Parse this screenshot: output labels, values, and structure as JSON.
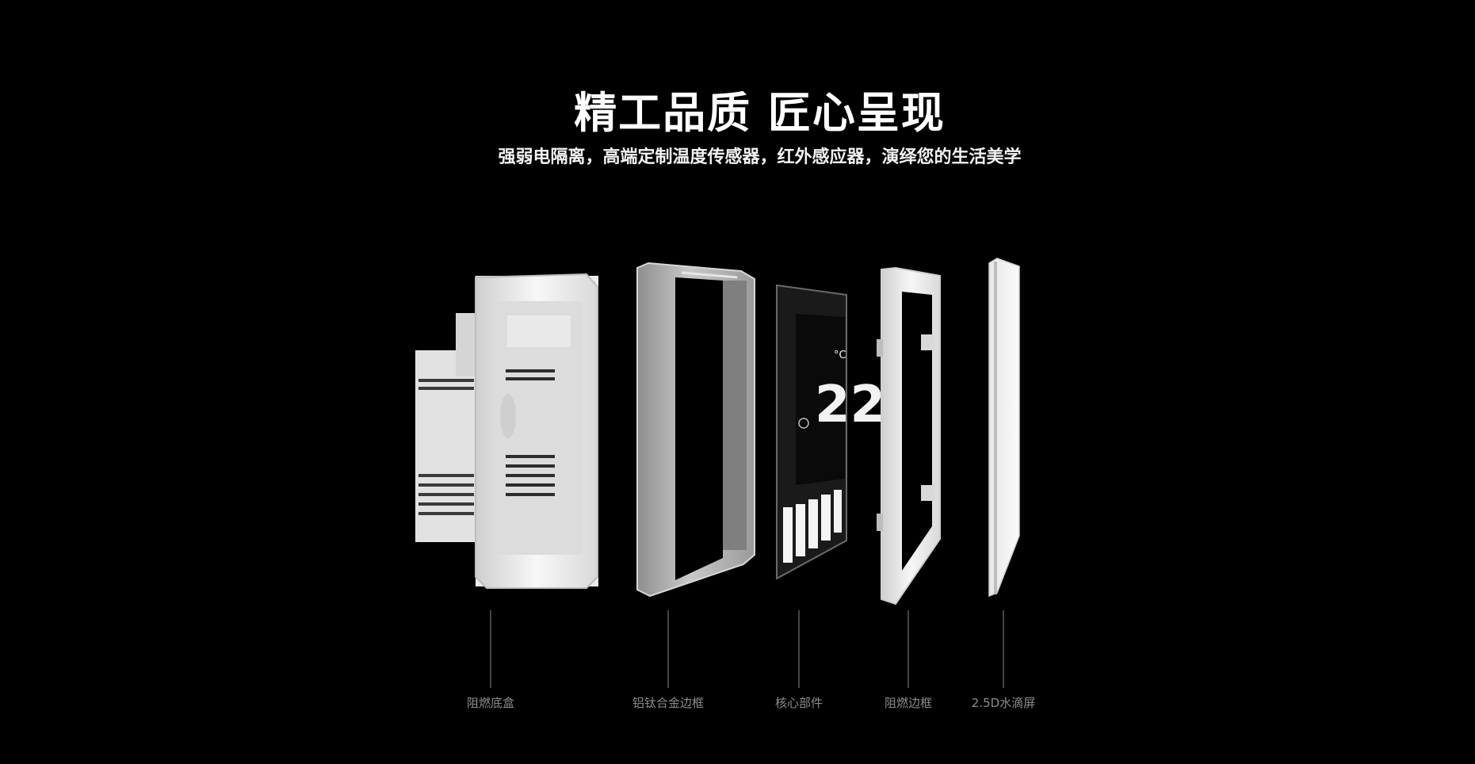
{
  "header": {
    "title": "精工品质 匠心呈现",
    "subtitle": "强弱电隔离，高端定制温度传感器，红外感应器，演绎您的生活美学"
  },
  "display": {
    "temperature": "22",
    "unit": "°C"
  },
  "components": [
    {
      "label": "阻燃底盒"
    },
    {
      "label": "铝钛合金边框"
    },
    {
      "label": "核心部件"
    },
    {
      "label": "阻燃边框"
    },
    {
      "label": "2.5D水滴屏"
    }
  ],
  "colors": {
    "background": "#000000",
    "label": "#8c8c8c",
    "plastic": "#f1f1f1",
    "metal": "#a9a9a9"
  }
}
